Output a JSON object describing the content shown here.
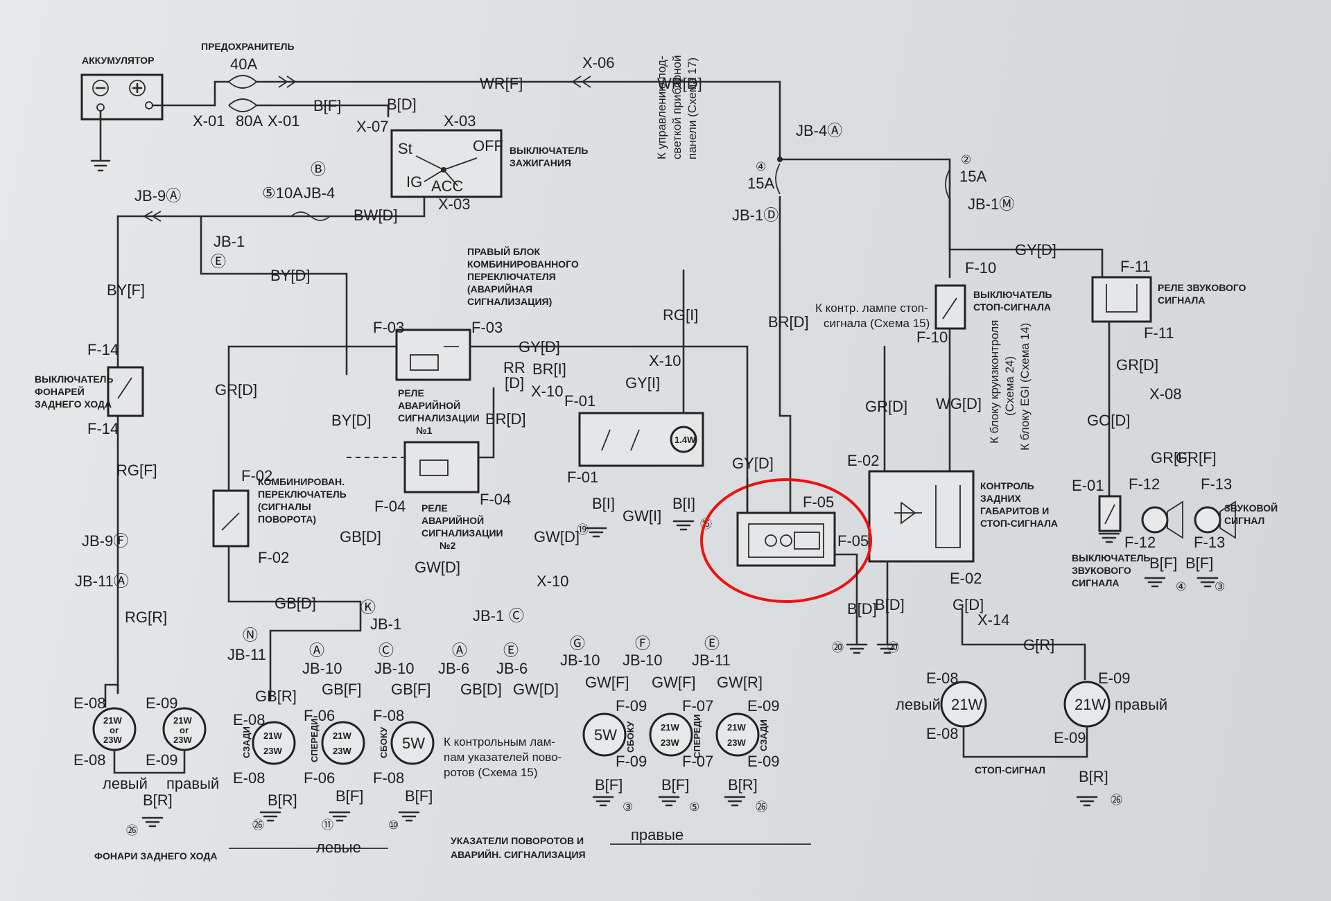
{
  "components": {
    "battery": "АККУМУЛЯТОР",
    "fuse_label": "ПРЕДОХРАНИТЕЛЬ",
    "fuse_40a": "40A",
    "fuse_80a": "80A",
    "ignition_switch": [
      "ВЫКЛЮЧАТЕЛЬ",
      "ЗАЖИГАНИЯ"
    ],
    "ign_positions": [
      "St",
      "OFF",
      "IG",
      "ACC"
    ],
    "reverse_switch": [
      "ВЫКЛЮЧАТЕЛЬ",
      "ФОНАРЕЙ",
      "ЗАДНЕГО ХОДА"
    ],
    "combined_switch": [
      "КОМБИНИРОВАН.",
      "ПЕРЕКЛЮЧАТЕЛЬ",
      "(СИГНАЛЫ",
      "ПОВОРОТА)"
    ],
    "hazard_relay_1": [
      "РЕЛЕ",
      "АВАРИЙНОЙ",
      "СИГНАЛИЗАЦИИ",
      "№1"
    ],
    "hazard_relay_2": [
      "РЕЛЕ",
      "АВАРИЙНОЙ",
      "СИГНАЛИЗАЦИИ",
      "№2"
    ],
    "right_block": [
      "ПРАВЫЙ БЛОК",
      "КОМБИНИРОВАННОГО",
      "ПЕРЕКЛЮЧАТЕЛЯ",
      "(АВАРИЙНАЯ",
      "СИГНАЛИЗАЦИЯ)"
    ],
    "dash_light_note": [
      "К управлению под-",
      "светкой приборной",
      "панели (Схема 17)"
    ],
    "stop_lamp_note": [
      "К контр. лампе стоп-",
      "сигнала (Схема 15)"
    ],
    "stop_switch": [
      "ВЫКЛЮЧАТЕЛЬ",
      "СТОП-СИГНАЛА"
    ],
    "cruise_note": [
      "К блоку круизконтроля",
      "(Схема 24)",
      "К блоку EGI (Схема 14)"
    ],
    "rear_control": [
      "КОНТРОЛЬ",
      "ЗАДНИХ",
      "ГАБАРИТОВ И",
      "СТОП-СИГНАЛА"
    ],
    "horn_relay": [
      "РЕЛЕ ЗВУКОВОГО",
      "СИГНАЛА"
    ],
    "horn": [
      "ЗВУКОВОЙ",
      "СИГНАЛ"
    ],
    "horn_switch": [
      "ВЫКЛЮЧАТЕЛЬ",
      "ЗВУКОВОГО",
      "СИГНАЛА"
    ],
    "indicator_lamps_note": [
      "К контрольным лам-",
      "пам указателей пово-",
      "ротов (Схема 15)"
    ]
  },
  "wires": {
    "wr_f": "WR[F]",
    "wr_d": "WR[D]",
    "b_f": "B[F]",
    "b_d": "B[D]",
    "bw_d": "BW[D]",
    "by_f": "BY[F]",
    "by_d": "BY[D]",
    "gr_d": "GR[D]",
    "gy_d": "GY[D]",
    "rr_d": [
      "RR",
      "[D]"
    ],
    "br_i": "BR[I]",
    "br_d": "BR[D]",
    "gy_i": "GY[I]",
    "rg_i": "RG[I]",
    "rg_f": "RG[F]",
    "rg_r": "RG[R]",
    "gb_d": "GB[D]",
    "gw_d": "GW[D]",
    "gw_i": "GW[I]",
    "b_i": "B[I]",
    "gb_r": "GB[R]",
    "gb_f": "GB[F]",
    "gw_f": "GW[F]",
    "gw_r": "GW[R]",
    "wg_d": "WG[D]",
    "g_d": "G[D]",
    "g_r": "G[R]",
    "b_r": "B[R]",
    "go_d": "GO[D]",
    "gr_f": "GR[F]"
  },
  "connectors": {
    "x06": "X-06",
    "x01": "X-01",
    "x07": "X-07",
    "x03": "X-03",
    "x10": "X-10",
    "x08": "X-08",
    "x14": "X-14",
    "jb4a": "JB-4Ⓐ",
    "jb4": "JB-4",
    "jb1d": "JB-1Ⓓ",
    "jb1m": "JB-1Ⓜ",
    "jb9a": "JB-9Ⓐ",
    "jb9f": "JB-9Ⓕ",
    "jb11a": "JB-11Ⓐ",
    "jb1": "JB-1",
    "jb11": "JB-11",
    "jb10": "JB-10",
    "jb6": "JB-6",
    "f01": "F-01",
    "f02": "F-02",
    "f03": "F-03",
    "f04": "F-04",
    "f05": "F-05",
    "f06": "F-06",
    "f07": "F-07",
    "f08": "F-08",
    "f09": "F-09",
    "f10": "F-10",
    "f11": "F-11",
    "f12": "F-12",
    "f13": "F-13",
    "f14": "F-14",
    "e01": "E-01",
    "e02": "E-02",
    "e08": "E-08",
    "e09": "E-09",
    "fuse4": "④",
    "fuse2": "②",
    "fuse_15a": "15A",
    "fuse5_10a": "⑤10A",
    "circ_b": "Ⓑ",
    "circ_e": "Ⓔ",
    "circ_k": "Ⓚ",
    "circ_n": "Ⓝ",
    "circ_a": "Ⓐ",
    "circ_c": "Ⓒ",
    "circ_g": "Ⓖ",
    "circ_f": "Ⓕ"
  },
  "lamps": {
    "w21": "21W",
    "w23": "23W",
    "w21or23": [
      "21W",
      "or",
      "23W"
    ],
    "w5": "5W",
    "w14": "1.4W",
    "rear": "СЗАДИ",
    "front": "СПЕРЕДИ",
    "side": "СБОКУ"
  },
  "grounds": {
    "g26": "㉖",
    "g11": "⑪",
    "g10": "⑩",
    "g3": "③",
    "g5": "⑤",
    "g19": "⑲",
    "g15": "⑮",
    "g20": "⑳",
    "g4": "④"
  },
  "captions": {
    "left": "левый",
    "right": "правый",
    "reverse_lamps": "ФОНАРИ ЗАДНЕГО ХОДА",
    "left_group": "левые",
    "right_group": "правые",
    "turn_signals": [
      "УКАЗАТЕЛИ ПОВОРОТОВ И",
      "АВАРИЙН. СИГНАЛИЗАЦИЯ"
    ],
    "stop_signal": "СТОП-СИГНАЛ"
  },
  "highlight": {
    "color": "#e11111",
    "target": "F-05"
  }
}
